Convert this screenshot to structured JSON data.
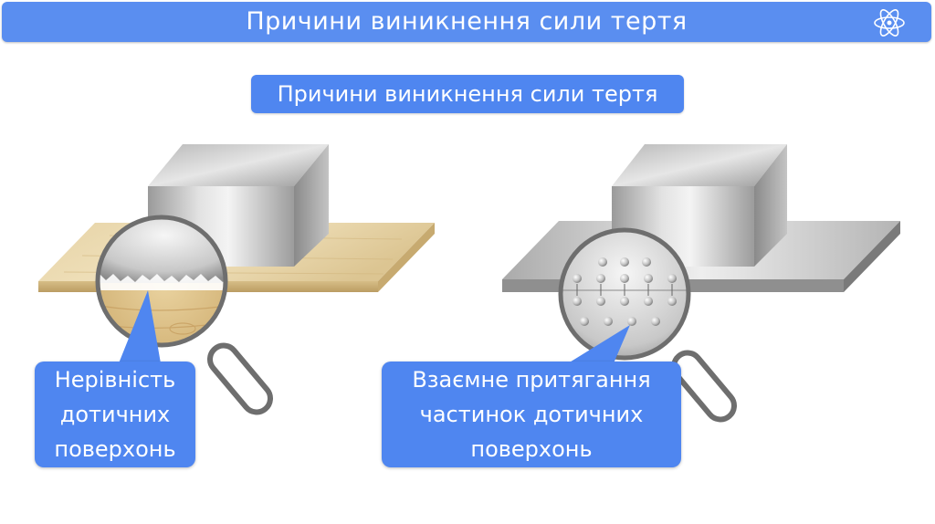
{
  "header": {
    "title": "Причини виникнення сили тертя",
    "icon": "atom-icon"
  },
  "subtitle": "Причини виникнення сили тертя",
  "left_callout": {
    "lines": [
      "Нерівність",
      "дотичних",
      "поверхонь"
    ]
  },
  "right_callout": {
    "lines": [
      "Взаємне притягання",
      "частинок дотичних",
      "поверхонь"
    ]
  },
  "colors": {
    "accent": "#5a8ef0",
    "callout": "#4f86f0"
  }
}
